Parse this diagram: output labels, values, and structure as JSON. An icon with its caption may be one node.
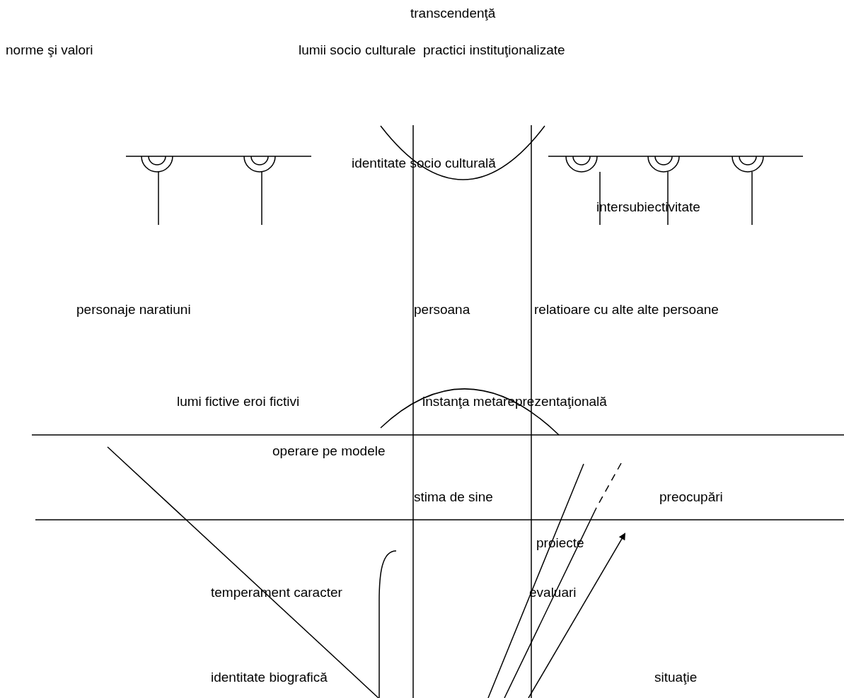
{
  "diagram": {
    "labels": [
      "transcendenţă",
      "norme şi valori",
      "lumii socio culturale",
      "practici instituţionalizate",
      "identitate socio culturală",
      "intersubiectivitate",
      "personaje naratiuni",
      "persoana",
      "relatioare cu alte alte persoane",
      "lumi fictive eroi fictivi",
      "instanţa metareprezentaţională",
      "operare pe modele",
      "stima de sine",
      "preocupări",
      "proiecte",
      "temperament caracter",
      "evaluari",
      "identitate biografică",
      "situaţie"
    ]
  }
}
